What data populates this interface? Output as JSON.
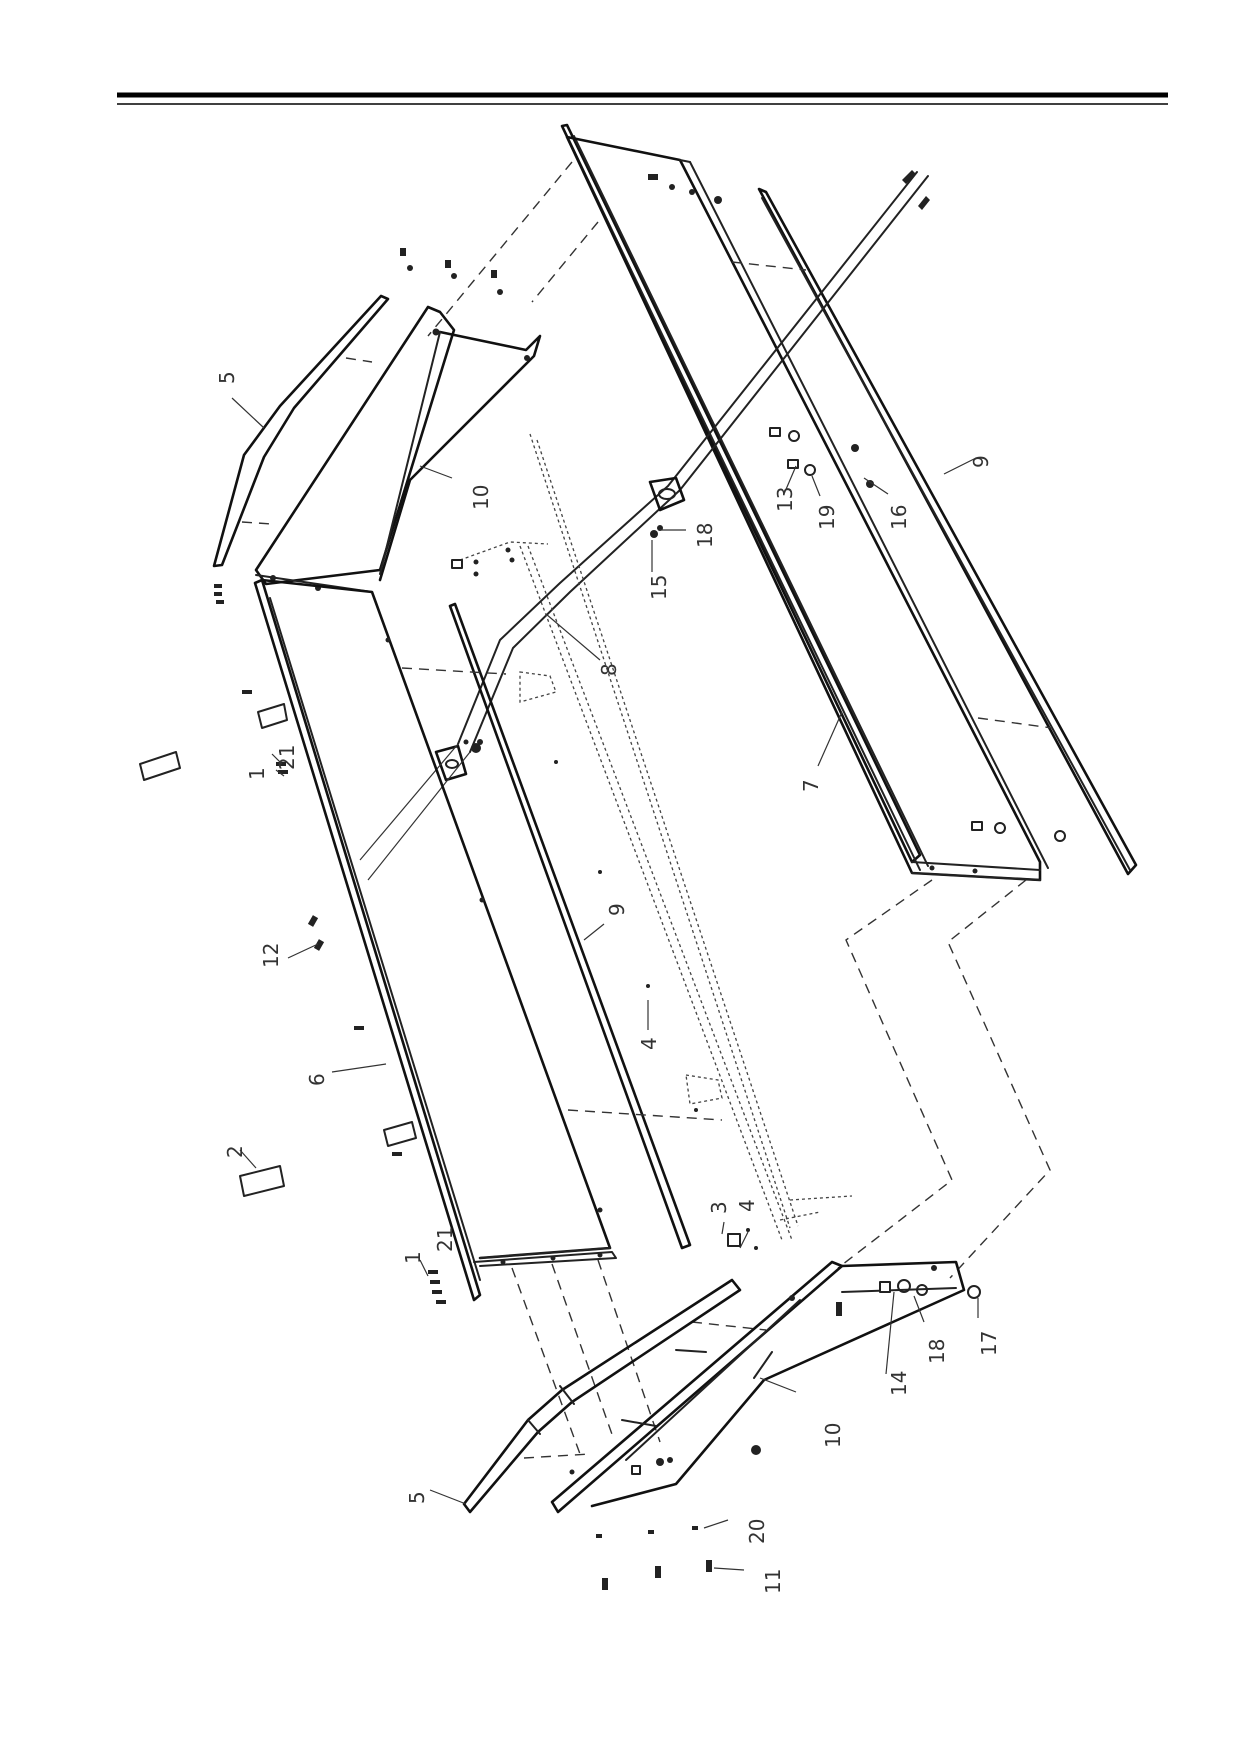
{
  "diagram": {
    "callouts": [
      {
        "id": "c5a",
        "text": "5"
      },
      {
        "id": "c10a",
        "text": "10"
      },
      {
        "id": "c9a",
        "text": "9"
      },
      {
        "id": "c13",
        "text": "13"
      },
      {
        "id": "c19",
        "text": "19"
      },
      {
        "id": "c16",
        "text": "16"
      },
      {
        "id": "c18a",
        "text": "18"
      },
      {
        "id": "c15",
        "text": "15"
      },
      {
        "id": "c8",
        "text": "8"
      },
      {
        "id": "c7",
        "text": "7"
      },
      {
        "id": "c1a",
        "text": "1"
      },
      {
        "id": "c21a",
        "text": "21"
      },
      {
        "id": "c12",
        "text": "12"
      },
      {
        "id": "c9b",
        "text": "9"
      },
      {
        "id": "c4a",
        "text": "4"
      },
      {
        "id": "c6",
        "text": "6"
      },
      {
        "id": "c2",
        "text": "2"
      },
      {
        "id": "c3",
        "text": "3"
      },
      {
        "id": "c4b",
        "text": "4"
      },
      {
        "id": "c1b",
        "text": "1"
      },
      {
        "id": "c21b",
        "text": "21"
      },
      {
        "id": "c14",
        "text": "14"
      },
      {
        "id": "c18b",
        "text": "18"
      },
      {
        "id": "c17",
        "text": "17"
      },
      {
        "id": "c10b",
        "text": "10"
      },
      {
        "id": "c5b",
        "text": "5"
      },
      {
        "id": "c20",
        "text": "20"
      },
      {
        "id": "c11",
        "text": "11"
      }
    ]
  }
}
